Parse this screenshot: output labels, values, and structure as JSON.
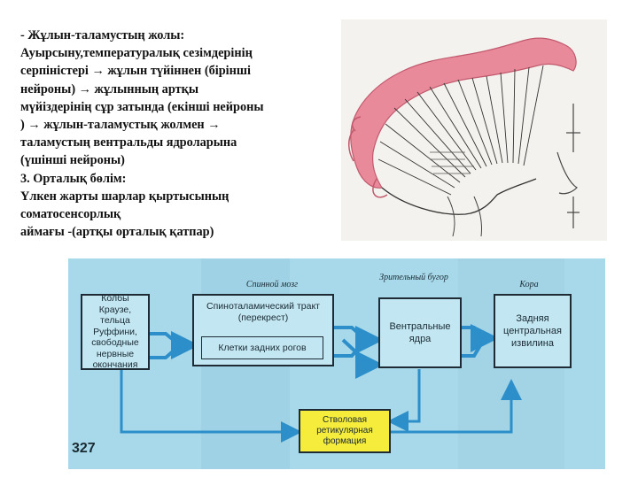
{
  "text_block": {
    "lines": [
      "- Жұлын-таламустың жолы:",
      "Ауырсыну,температуралық сезімдерінің",
      "серпіністері → жұлын түйіннен (бірінші",
      "нейроны) → жұлынның артқы",
      "мүйіздерінің сұр затында (екінші нейроны",
      ") → жұлын-таламустық жолмен →",
      "таламустың вентральды ядроларына",
      "(үшінші нейроны)",
      "3. Орталық бөлім:",
      "Үлкен жарты шарлар қыртысының",
      "соматосенсорлық",
      "аймағы -(артқы орталық қатпар)"
    ]
  },
  "diagram": {
    "label_spinal_cord": "Спинной мозг",
    "label_thalamus": "Зрительный бугор",
    "label_cortex": "Кора",
    "box_receptors": "Колбы Краузе, тельца Руффини, свободные нервные окончания",
    "box_tract": "Спиноталамический тракт (перекрест)",
    "box_horn_cells": "Клетки задних рогов",
    "box_ventral": "Вентральные ядра",
    "box_cortex": "Задняя центральная извилина",
    "box_reticular": "Стволовая ретикулярная формация",
    "page_number": "327"
  },
  "colors": {
    "diagram_background": "#a8d9ea",
    "box_fill": "#c3e7f2",
    "arrow": "#2c8fca",
    "reticular_box": "#f5ec3c",
    "brain_pink": "#e98a9b"
  }
}
